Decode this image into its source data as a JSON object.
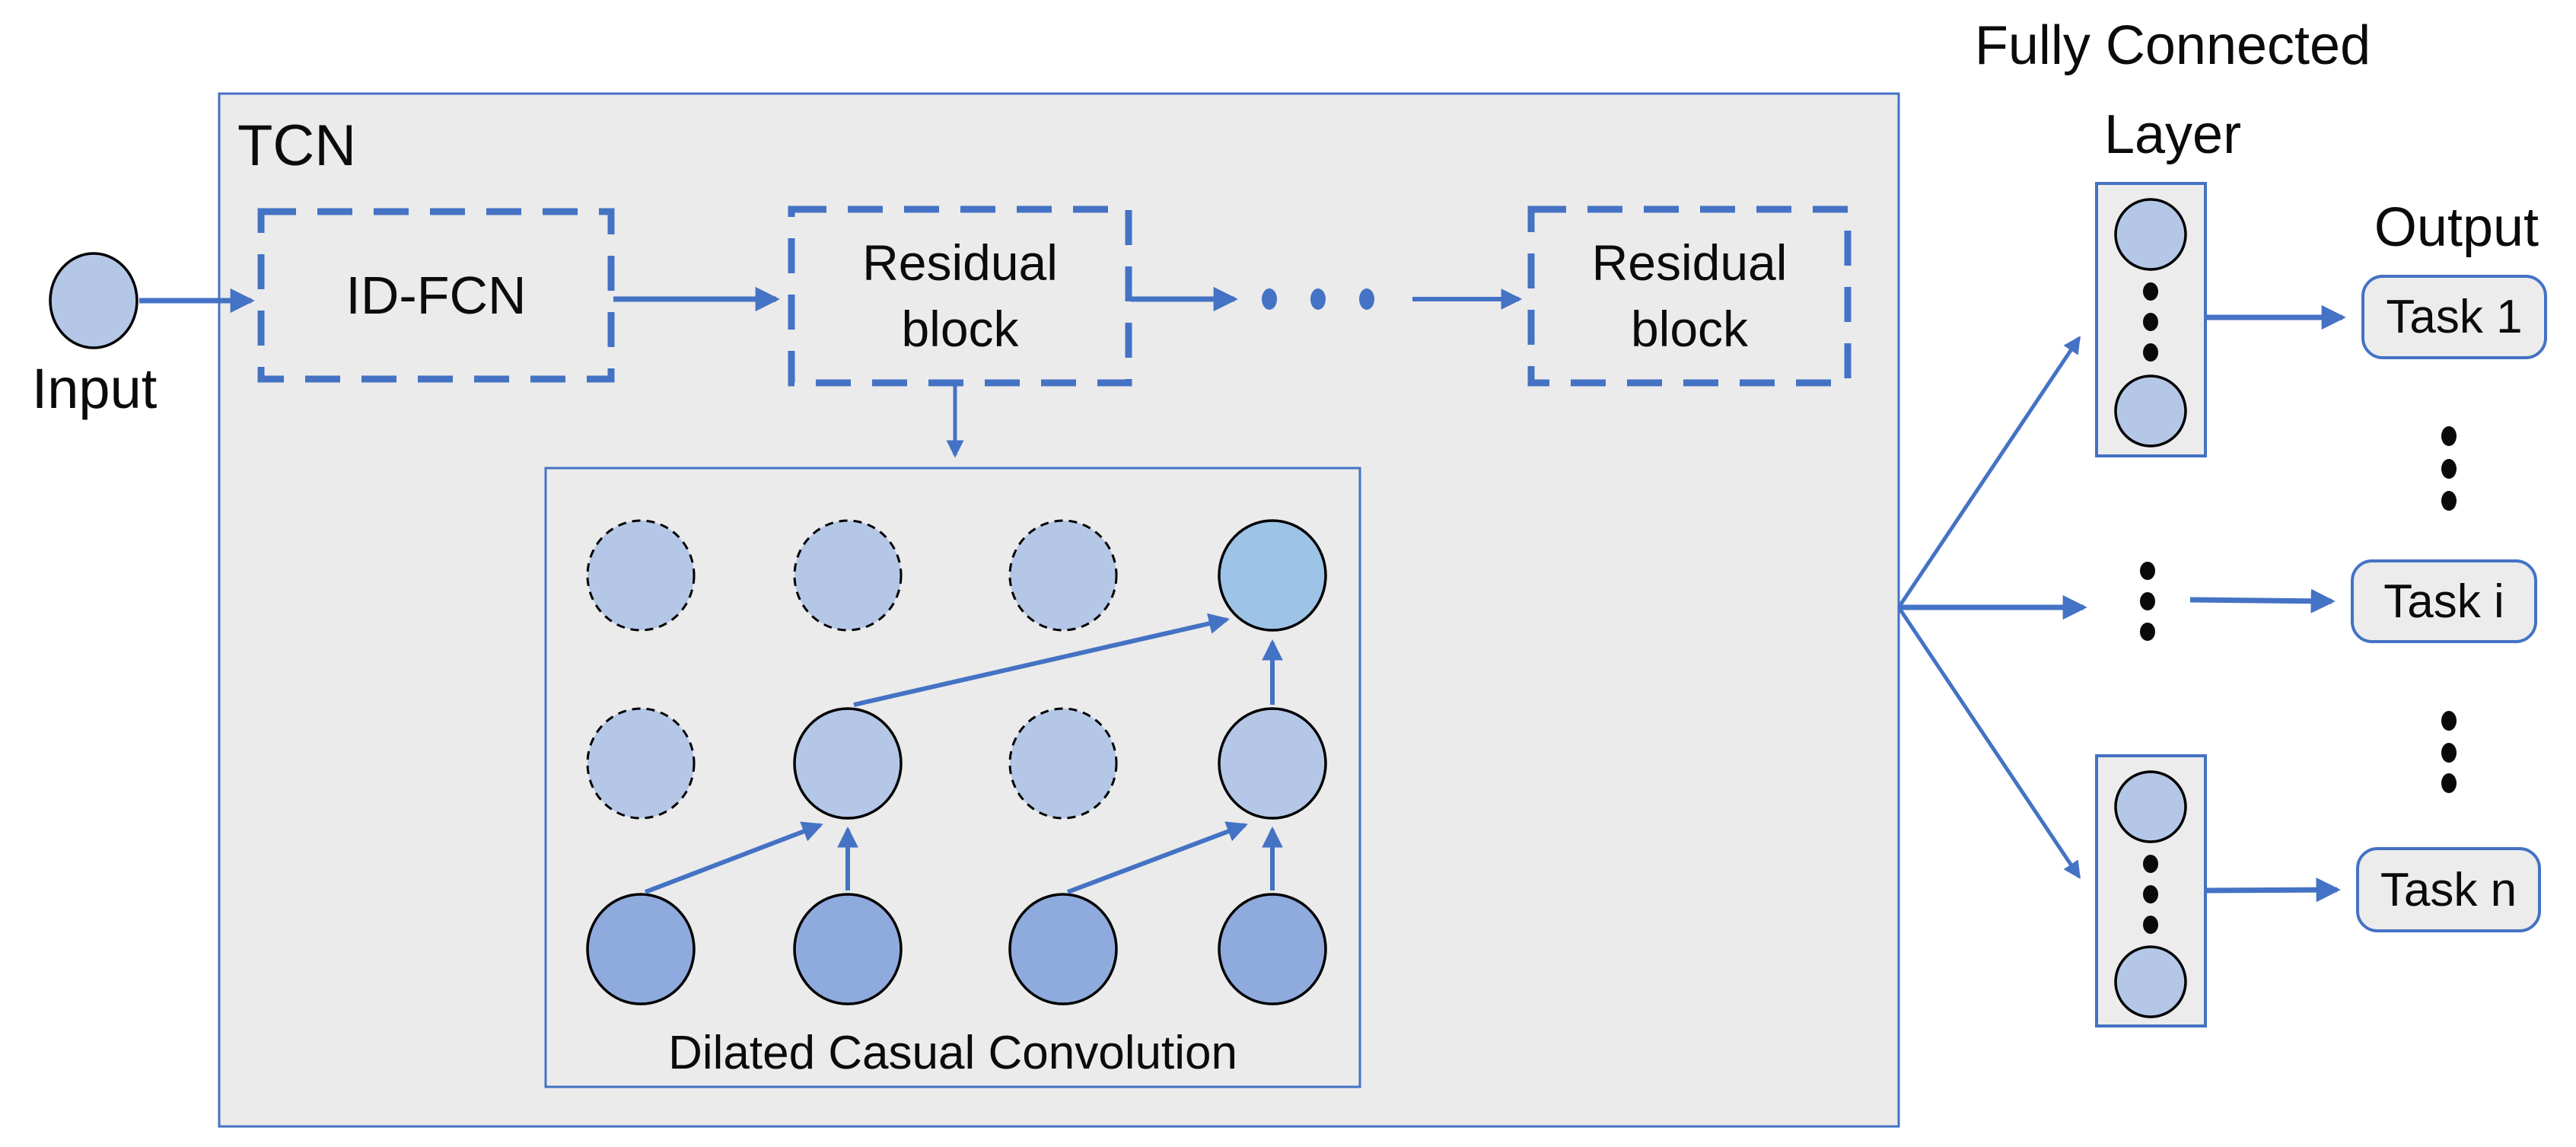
{
  "diagram": {
    "input_label": "Input",
    "tcn": {
      "label": "TCN",
      "id_fcn_label": "ID-FCN",
      "residual_block_1_label": "Residual block",
      "residual_block_2_label": "Residual block",
      "dilated_label": "Dilated Casual Convolution"
    },
    "fc_title": "Fully Connected Layer",
    "output_label": "Output",
    "tasks": {
      "task_1": "Task 1",
      "task_i": "Task i",
      "task_n": "Task n"
    },
    "colors": {
      "accent_blue": "#4472C4",
      "panel_gray": "#EBEBEB",
      "box_gray": "#ECECEC",
      "node_light_blue": "#B4C7E7",
      "node_medium_blue": "#8FAADC",
      "node_highlight_blue": "#9DC3E6",
      "outline_black": "#000000"
    }
  }
}
